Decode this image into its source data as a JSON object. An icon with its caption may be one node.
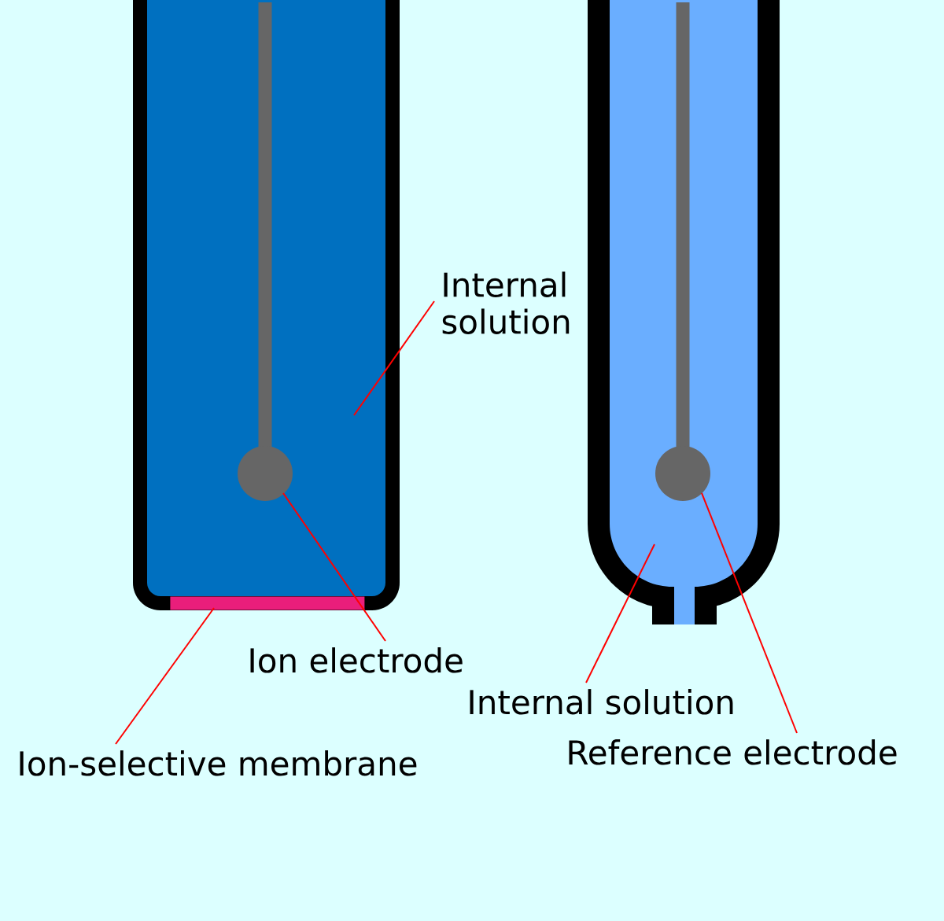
{
  "diagram": {
    "nodes": [
      {
        "text": [],
        "shape": "box"
      },
      {
        "text": [],
        "shape": "circle",
        "in": 0
      },
      {
        "text": [
          "Internal solution"
        ]
      },
      {
        "text": [],
        "shape": "tube"
      },
      {
        "text": [],
        "shape": "circle",
        "in": 3
      },
      {
        "text": [],
        "shape": "bar"
      },
      {
        "text": [
          "Ion electrode"
        ]
      },
      {
        "text": [
          "Internal solution"
        ]
      },
      {
        "text": [
          "Reference electrode"
        ]
      },
      {
        "text": [
          "Ion-selective membrane"
        ]
      }
    ],
    "edges": [
      {
        "from": 2,
        "to": 0,
        "arrow": "none"
      },
      {
        "from": 6,
        "to": 1,
        "arrow": "none"
      },
      {
        "from": 9,
        "to": 5,
        "arrow": "none"
      },
      {
        "from": 7,
        "to": 3,
        "arrow": "none"
      },
      {
        "from": 8,
        "to": 4,
        "arrow": "none"
      }
    ]
  }
}
